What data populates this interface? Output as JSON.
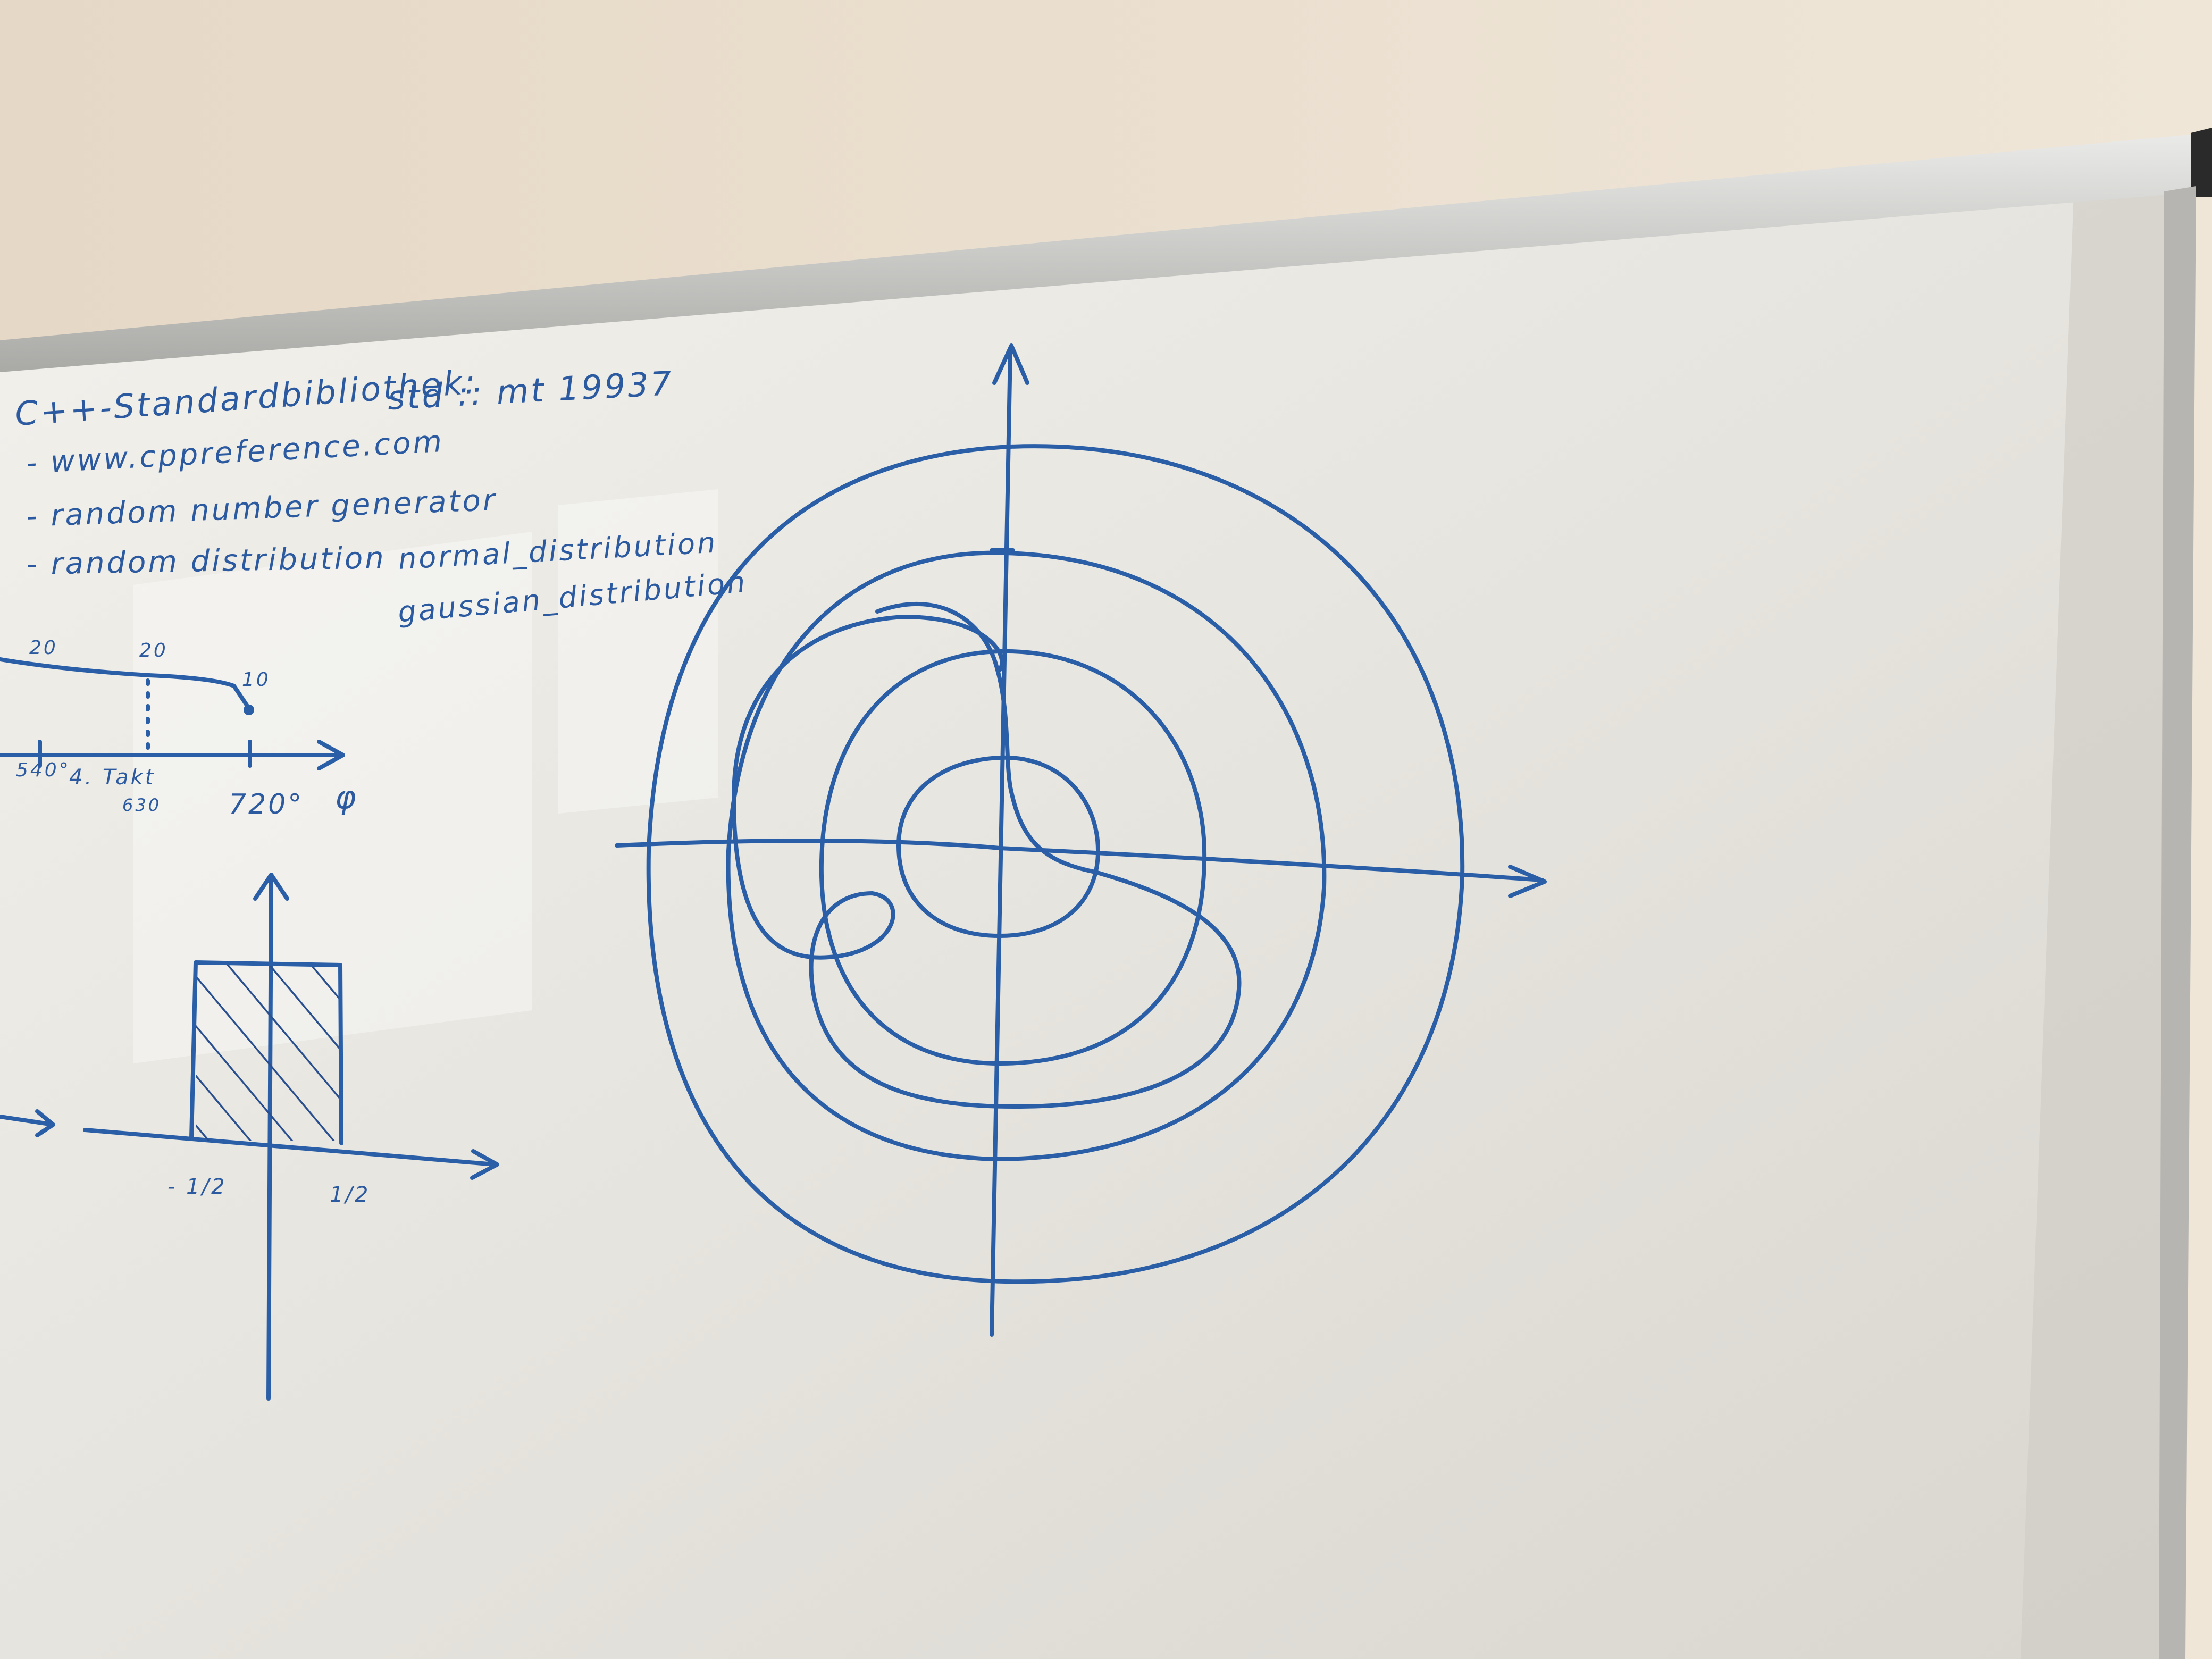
{
  "board_notes": {
    "heading": "C++-Standardbibliothek:",
    "items": [
      "- www.cppreference.com",
      "- random number generator",
      "- random distribution"
    ],
    "engine": "std :: mt 19937",
    "distribution_names": [
      "normal_distribution",
      "gaussian_distribution"
    ]
  },
  "phase_graph": {
    "values": [
      "20",
      "20",
      "10"
    ],
    "ticks": [
      "540°",
      "4. Takt",
      "630",
      "720°"
    ],
    "axis_symbol": "φ"
  },
  "uniform_graph": {
    "left_bound": "- 1/2",
    "right_bound": "1/2"
  },
  "colors": {
    "ink": "#2a5fa8",
    "board": "#ebe9e3",
    "wall": "#e8dccb",
    "frame": "#c9c9c6"
  }
}
